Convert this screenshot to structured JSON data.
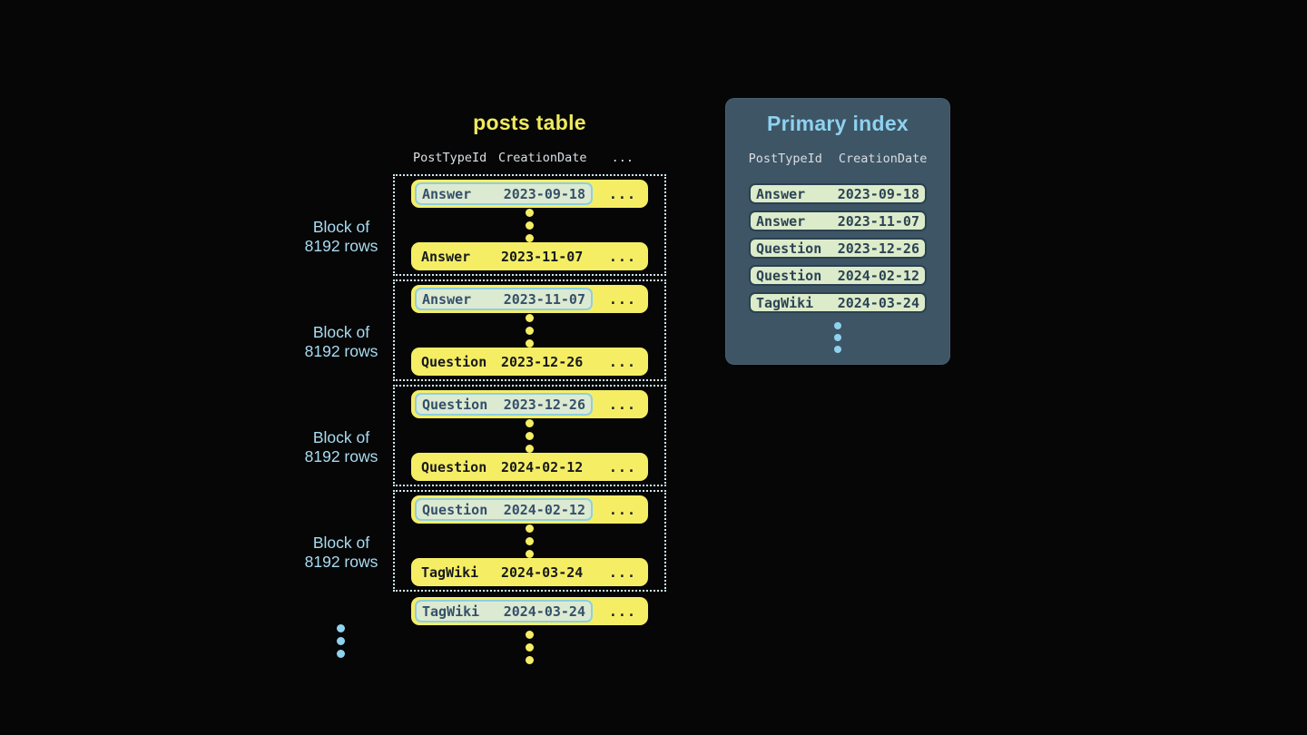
{
  "posts_table": {
    "title": "posts table",
    "columns": [
      "PostTypeId",
      "CreationDate",
      "..."
    ],
    "more_cols": "...",
    "block_label": {
      "line1": "Block of",
      "line2": "8192 rows"
    },
    "blocks": [
      {
        "first": {
          "type": "Answer",
          "date": "2023-09-18"
        },
        "last": {
          "type": "Answer",
          "date": "2023-11-07"
        }
      },
      {
        "first": {
          "type": "Answer",
          "date": "2023-11-07"
        },
        "last": {
          "type": "Question",
          "date": "2023-12-26"
        }
      },
      {
        "first": {
          "type": "Question",
          "date": "2023-12-26"
        },
        "last": {
          "type": "Question",
          "date": "2024-02-12"
        }
      },
      {
        "first": {
          "type": "Question",
          "date": "2024-02-12"
        },
        "last": {
          "type": "TagWiki",
          "date": "2024-03-24"
        }
      }
    ],
    "next_block_first_row": {
      "type": "TagWiki",
      "date": "2024-03-24"
    }
  },
  "primary_index": {
    "title": "Primary index",
    "columns": [
      "PostTypeId",
      "CreationDate"
    ],
    "rows": [
      {
        "type": "Answer",
        "date": "2023-09-18"
      },
      {
        "type": "Answer",
        "date": "2023-11-07"
      },
      {
        "type": "Question",
        "date": "2023-12-26"
      },
      {
        "type": "Question",
        "date": "2024-02-12"
      },
      {
        "type": "TagWiki",
        "date": "2024-03-24"
      }
    ]
  },
  "colors": {
    "background": "#060606",
    "table_row_yellow": "#f5ee65",
    "highlight_green": "#dcead2",
    "highlight_border_blue": "#8ecfe2",
    "index_row_green": "#dcecca",
    "index_row_border": "#2a4150",
    "panel_background": "#3d5565",
    "accent_blue": "#8ed2ef",
    "label_blue": "#a9dcf2",
    "dotted_block_border": "#cfe9f4",
    "dark_text": "#17191d",
    "slate_text": "#35506b",
    "title_yellow": "#f0ea5e"
  }
}
